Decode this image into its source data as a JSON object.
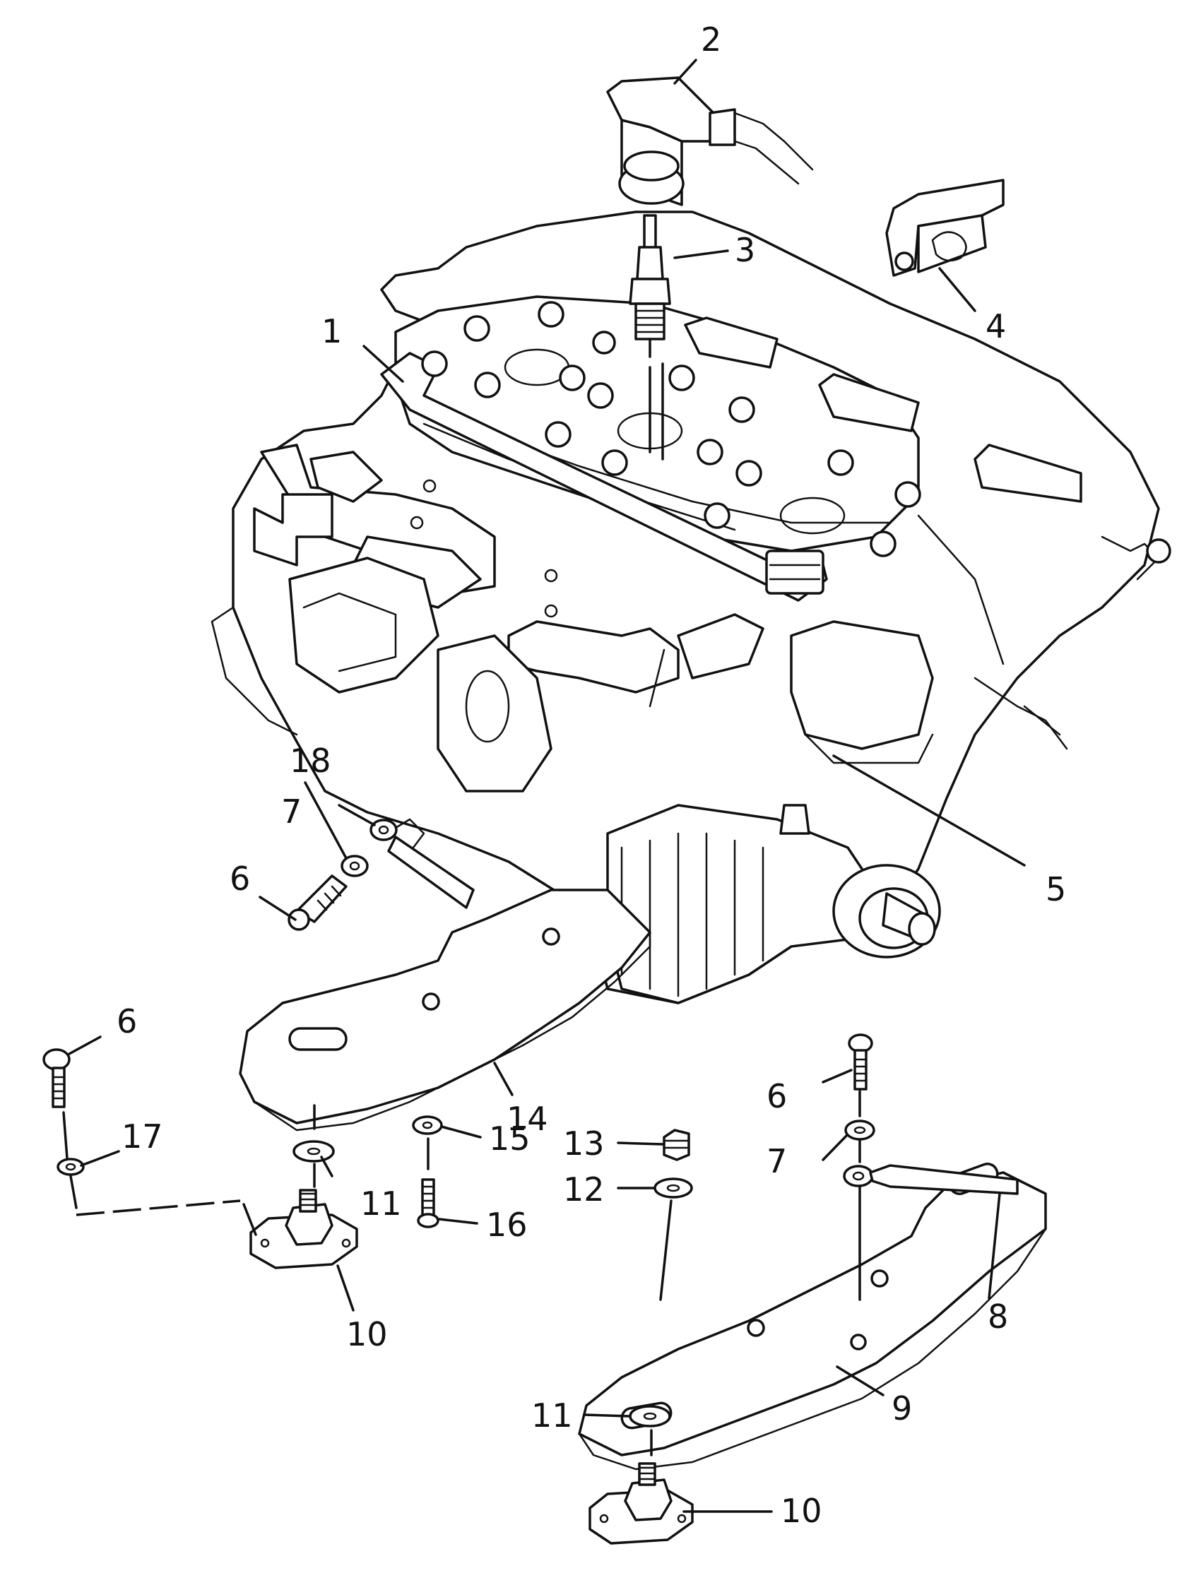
{
  "diagram": {
    "callouts": [
      {
        "id": "c1",
        "text": "1"
      },
      {
        "id": "c2",
        "text": "2"
      },
      {
        "id": "c3",
        "text": "3"
      },
      {
        "id": "c4",
        "text": "4"
      },
      {
        "id": "c5",
        "text": "5"
      },
      {
        "id": "c6a",
        "text": "6"
      },
      {
        "id": "c6b",
        "text": "6"
      },
      {
        "id": "c6c",
        "text": "6"
      },
      {
        "id": "c7a",
        "text": "7"
      },
      {
        "id": "c7b",
        "text": "7"
      },
      {
        "id": "c8",
        "text": "8"
      },
      {
        "id": "c9",
        "text": "9"
      },
      {
        "id": "c10a",
        "text": "10"
      },
      {
        "id": "c10b",
        "text": "10"
      },
      {
        "id": "c11a",
        "text": "11"
      },
      {
        "id": "c11b",
        "text": "11"
      },
      {
        "id": "c12",
        "text": "12"
      },
      {
        "id": "c13",
        "text": "13"
      },
      {
        "id": "c14",
        "text": "14"
      },
      {
        "id": "c15",
        "text": "15"
      },
      {
        "id": "c16",
        "text": "16"
      },
      {
        "id": "c17",
        "text": "17"
      },
      {
        "id": "c18",
        "text": "18"
      }
    ]
  }
}
